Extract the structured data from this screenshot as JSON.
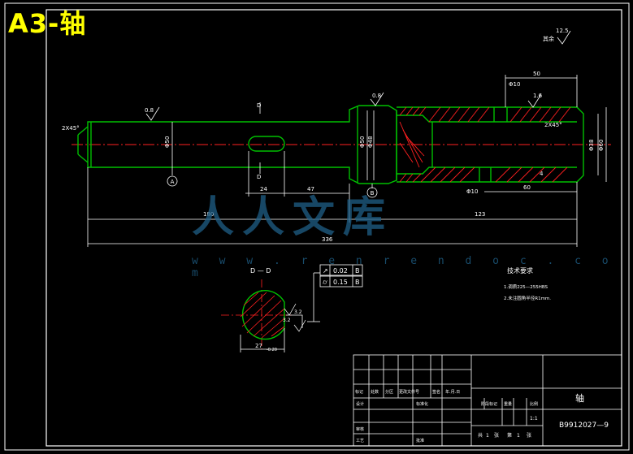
{
  "sheet": {
    "title": "A3-轴"
  },
  "watermark": {
    "text": "人人文库",
    "url": "w w w . r e n r e n d o c . c o m"
  },
  "colors": {
    "frame": "#ffffff",
    "outline": "#00c000",
    "dimension": "#ffffff",
    "centerline": "#ff2020",
    "hatch": "#ff2020",
    "title_text": "#ffff00",
    "watermark": "#1f5f87"
  },
  "roughness": {
    "general": "12.5",
    "general_note": "其余",
    "journal_left": "0.8",
    "journal_mid": "0.8",
    "bore": "1.6",
    "flat": "3.2",
    "keyway": "3.2"
  },
  "section_marks": {
    "section_label": "D",
    "datum_a": "A",
    "datum_b": "B",
    "section_title": "D — D"
  },
  "dimensions": {
    "left_chamfer": "2X45°",
    "bore_chamfer": "2X45°",
    "dia_left": "Φ50",
    "dia_shoulder": "Φ50",
    "dia_mid": "Φ48",
    "bore_dia": "Φ38",
    "bore_outer": "Φ60",
    "keyway_width": "24",
    "keyway_offset": "47",
    "len_180": "180",
    "len_123": "123",
    "len_336": "336",
    "bore_depth_50": "50",
    "bore_depth_60": "60",
    "hole_10": "Φ10",
    "hole_10b": "Φ10",
    "small_4": "4",
    "sec_width": "27",
    "sec_tol": "-0.20"
  },
  "tolerances": [
    {
      "symbol": "↗",
      "value": "0.02",
      "datum": "B"
    },
    {
      "symbol": "⌭",
      "value": "0.15",
      "datum": "B"
    }
  ],
  "tech_req": {
    "title": "技术要求",
    "items": [
      "1.调质225—255HBS",
      "2.未注圆角半径R1mm."
    ]
  },
  "title_block": {
    "part_name": "轴",
    "drawing_no": "B9912027—9",
    "scale": "1:1",
    "header_cells": [
      "标记",
      "处数",
      "分区",
      "更改文件号",
      "签名",
      "年.月.日"
    ],
    "row_labels": [
      "设计",
      "审核",
      "工艺"
    ],
    "std_label": "标准化",
    "stage_labels": [
      "阶段标记",
      "重量",
      "比例"
    ],
    "approve_label": "批准",
    "sheet_labels": [
      "共",
      "张",
      "第",
      "张"
    ],
    "sheet_count": "1"
  }
}
